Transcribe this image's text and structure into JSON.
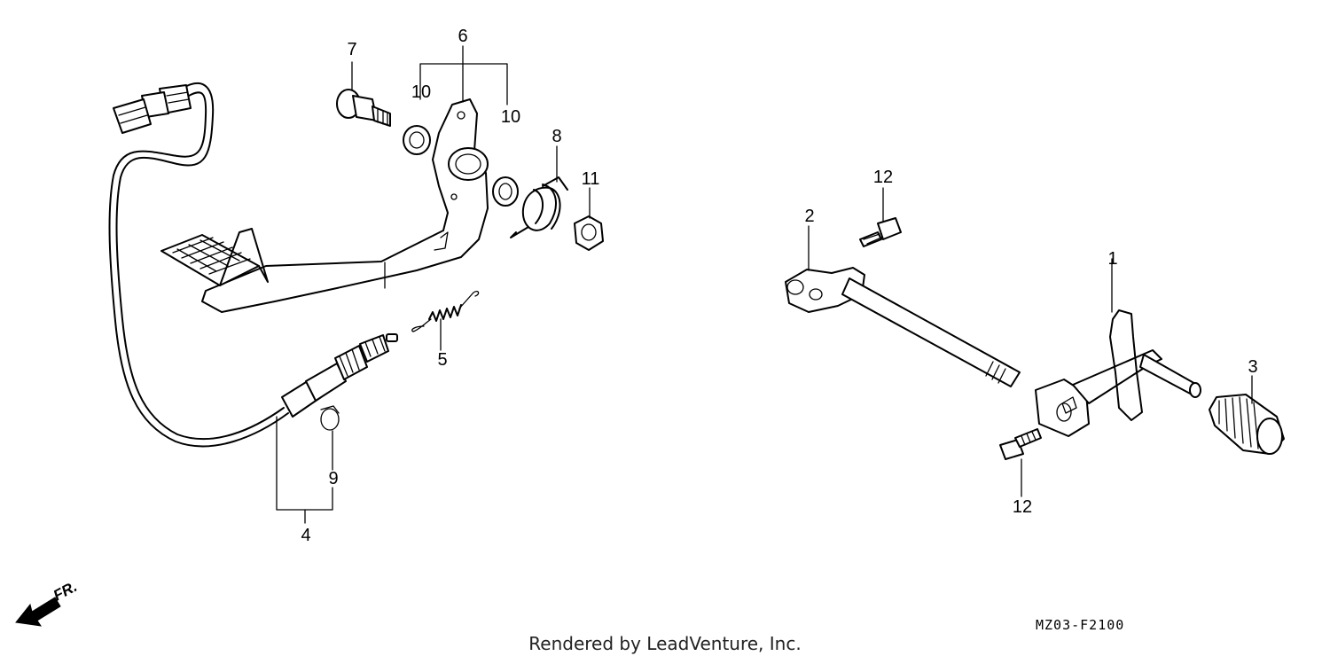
{
  "diagram": {
    "callouts": [
      {
        "id": "1",
        "label": "1"
      },
      {
        "id": "2",
        "label": "2"
      },
      {
        "id": "3",
        "label": "3"
      },
      {
        "id": "4",
        "label": "4"
      },
      {
        "id": "5",
        "label": "5"
      },
      {
        "id": "6",
        "label": "6"
      },
      {
        "id": "7",
        "label": "7"
      },
      {
        "id": "8",
        "label": "8"
      },
      {
        "id": "9",
        "label": "9"
      },
      {
        "id": "10a",
        "label": "10"
      },
      {
        "id": "10b",
        "label": "10"
      },
      {
        "id": "11",
        "label": "11"
      },
      {
        "id": "12a",
        "label": "12"
      },
      {
        "id": "12b",
        "label": "12"
      }
    ],
    "front_indicator": "FR.",
    "drawing_code": "MZ03-F2100",
    "credit": "Rendered by LeadVenture, Inc."
  }
}
